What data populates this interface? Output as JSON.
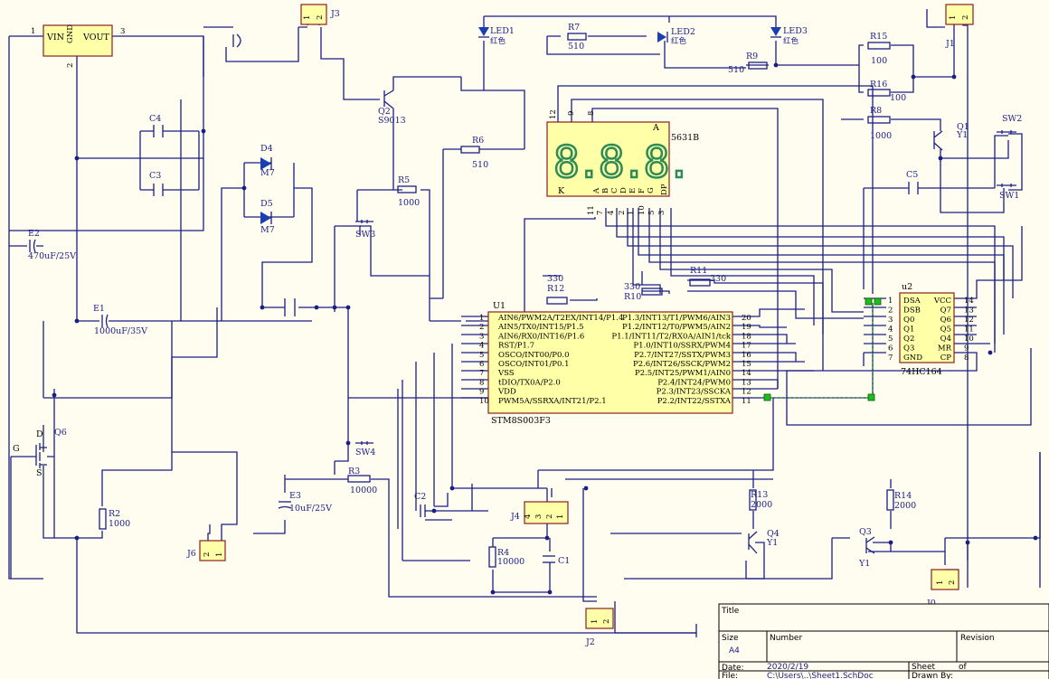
{
  "regulator": {
    "in": "VIN",
    "out": "VOUT",
    "gnd": "GND",
    "pin1": "1",
    "pin2": "2",
    "pin3": "3"
  },
  "caps": {
    "C4": "C4",
    "C3": "C3",
    "C5": "C5",
    "C2": "C2",
    "C1": "C1"
  },
  "electrolytics": {
    "E2": "E2",
    "E2v": "470uF/25V",
    "E1": "E1",
    "E1v": "1000uF/35V",
    "E3": "E3",
    "E3v": "10uF/25V"
  },
  "diodes": {
    "D4": "D4",
    "D4v": "M7",
    "D5": "D5",
    "D5v": "M7"
  },
  "leds": {
    "LED1": "LED1",
    "LED2": "LED2",
    "LED3": "LED3",
    "color": "红色"
  },
  "resistors": {
    "R7": "R7",
    "R7v": "510",
    "R9": "R9",
    "R9v": "510",
    "R15": "R15",
    "R15v": "100",
    "R16": "R16",
    "R16v": "100",
    "R8": "R8",
    "R8v": "1000",
    "R6": "R6",
    "R6v": "510",
    "R5": "R5",
    "R5v": "1000",
    "R12": "R12",
    "R12v": "330",
    "R11": "R11",
    "R11v": "330",
    "R10": "R10",
    "R10v": "330",
    "R3": "R3",
    "R3v": "10000",
    "R2": "R2",
    "R2v": "1000",
    "R4": "R4",
    "R4v": "10000",
    "R13": "R13",
    "R13v": "2000",
    "R14": "R14",
    "R14v": "2000"
  },
  "transistors": {
    "Q2": "Q2",
    "Q2v": "S9013",
    "Q1": "Q1",
    "Q1v": "Y1",
    "Q4": "Q4",
    "Q4v": "Y1",
    "Q3": "Q3",
    "Q3v": "Y1",
    "Q6": "Q6",
    "g": "G",
    "d": "D",
    "s": "S"
  },
  "switches": {
    "SW1": "SW1",
    "SW2": "SW2",
    "SW3": "SW3",
    "SW4": "SW4"
  },
  "connectors": {
    "J1": "J1",
    "J2": "J2",
    "J3": "J3",
    "J4": "J4",
    "J6": "J6",
    "J0": "J0",
    "p1": "1",
    "p2": "2",
    "p3": "3",
    "p4": "4"
  },
  "display": {
    "name": "5631B",
    "digits": "8.8.8.",
    "top_pins": [
      "12",
      "9",
      "8"
    ],
    "A": "A",
    "K": "K",
    "seg_letters": [
      "A",
      "B",
      "C",
      "D",
      "E",
      "F",
      "G",
      "DP"
    ],
    "bottom_pins": [
      "11",
      "7",
      "4",
      "2",
      "1",
      "10",
      "5",
      "3"
    ]
  },
  "mcu": {
    "name": "U1",
    "part": "STM8S003F3",
    "left": [
      {
        "n": "1",
        "t": "AIN6/PWM2A/T2EX/INT14/P1.4"
      },
      {
        "n": "2",
        "t": "AIN5/TX0/INT15/P1.5"
      },
      {
        "n": "3",
        "t": "AIN6/RX0/INT16/P1.6"
      },
      {
        "n": "4",
        "t": "RST/P1.7"
      },
      {
        "n": "5",
        "t": "OSCO/INT00/P0.0"
      },
      {
        "n": "6",
        "t": "OSCO/INT01/P0.1"
      },
      {
        "n": "7",
        "t": "VSS"
      },
      {
        "n": "8",
        "t": "tDIO/TX0A/P2.0"
      },
      {
        "n": "9",
        "t": "VDD"
      },
      {
        "n": "10",
        "t": "PWM5A/SSRXA/INT21/P2.1"
      }
    ],
    "right": [
      {
        "n": "20",
        "t": "P1.3/INT13/T1/PWM6/AIN3"
      },
      {
        "n": "19",
        "t": "P1.2/INT12/T0/PWM5/AIN2"
      },
      {
        "n": "18",
        "t": "P1.1/INT11/T2/RX0A/AIN1/tck"
      },
      {
        "n": "17",
        "t": "P1.0/INT10/SSRX/PWM4"
      },
      {
        "n": "16",
        "t": "P2.7/INT27/SSTX/PWM3"
      },
      {
        "n": "15",
        "t": "P2.6/INT26/SSCK/PWM2"
      },
      {
        "n": "14",
        "t": "P2.5/INT25/PWM1/AIN0"
      },
      {
        "n": "13",
        "t": "P2.4/INT24/PWM0"
      },
      {
        "n": "12",
        "t": "P2.3/INT23/SSCKA"
      },
      {
        "n": "11",
        "t": "P2.2/INT22/SSTXA"
      }
    ]
  },
  "shift": {
    "name": "u2",
    "part": "74HC164",
    "left": [
      {
        "n": "1",
        "t": "DSA"
      },
      {
        "n": "2",
        "t": "DSB"
      },
      {
        "n": "3",
        "t": "Q0"
      },
      {
        "n": "4",
        "t": "Q1"
      },
      {
        "n": "5",
        "t": "Q2"
      },
      {
        "n": "6",
        "t": "Q3"
      },
      {
        "n": "7",
        "t": "GND"
      }
    ],
    "right": [
      {
        "n": "14",
        "t": "VCC"
      },
      {
        "n": "13",
        "t": "Q7"
      },
      {
        "n": "12",
        "t": "Q6"
      },
      {
        "n": "11",
        "t": "Q5"
      },
      {
        "n": "10",
        "t": "Q4"
      },
      {
        "n": "9",
        "t": "MR"
      },
      {
        "n": "8",
        "t": "CP"
      }
    ]
  },
  "title_block": {
    "title": "Title",
    "size_label": "Size",
    "size": "A4",
    "number_label": "Number",
    "revision_label": "Revision",
    "date_label": "Date:",
    "date": "2020/2/19",
    "sheet_label": "Sheet",
    "of_label": "of",
    "file_label": "File:",
    "file": "C:\\Users\\..\\Sheet1.SchDoc",
    "drawn_label": "Drawn By:"
  },
  "colors": {
    "wire": "#1a1f86",
    "body": "#ffffa8",
    "background": "#fffcf0",
    "net_green": "#1d8a1d",
    "led": "#1a3fb0",
    "segment": "#2e8b57"
  }
}
